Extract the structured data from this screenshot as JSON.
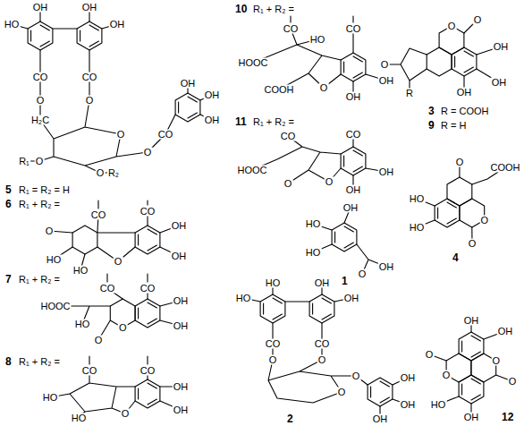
{
  "diagram": {
    "labels": [
      "HO",
      "OH",
      "OH",
      "OH",
      "CO",
      "O",
      "H₂C",
      "CO",
      "O",
      "O",
      "CO",
      "O",
      "OH",
      "OH",
      "OH",
      "O",
      "R₁",
      "O",
      "R₂",
      "5",
      "R₁ = R₂ = H",
      "6",
      "R₁ + R₂ =",
      "CO",
      "CO",
      "O",
      "HO",
      "HO",
      "O",
      "OH",
      "OH",
      "7",
      "R₁ + R₂ =",
      "CO",
      "CO",
      "HOOC",
      "HO",
      "O",
      "O",
      "OH",
      "OH",
      "8",
      "R₁ + R₂ =",
      "CO",
      "CO",
      "HO",
      "HO",
      "O",
      "OH",
      "OH",
      "10",
      "R₁ + R₂ =",
      "CO",
      "HO",
      "CO",
      "HOOC",
      "COOH",
      "O",
      "OH",
      "OH",
      "11",
      "R₁ + R₂ =",
      "CO",
      "CO",
      "HOOC",
      "O",
      "O",
      "OH",
      "OH",
      "O",
      "O",
      "OH",
      "OH",
      "OH",
      "O",
      "R",
      "3",
      "R = COOH",
      "9",
      "R = H",
      "OH",
      "HO",
      "HO",
      "O",
      "OH",
      "1",
      "O",
      "COOH",
      "HO",
      "HO",
      "O",
      "O",
      "4",
      "HO",
      "HO",
      "OH",
      "OH",
      "CO",
      "O",
      "CO",
      "O",
      "O",
      "O",
      "OH",
      "OH",
      "OH",
      "2",
      "OH",
      "OH",
      "O",
      "O",
      "O",
      "O",
      "HO",
      "OH",
      "12"
    ]
  }
}
